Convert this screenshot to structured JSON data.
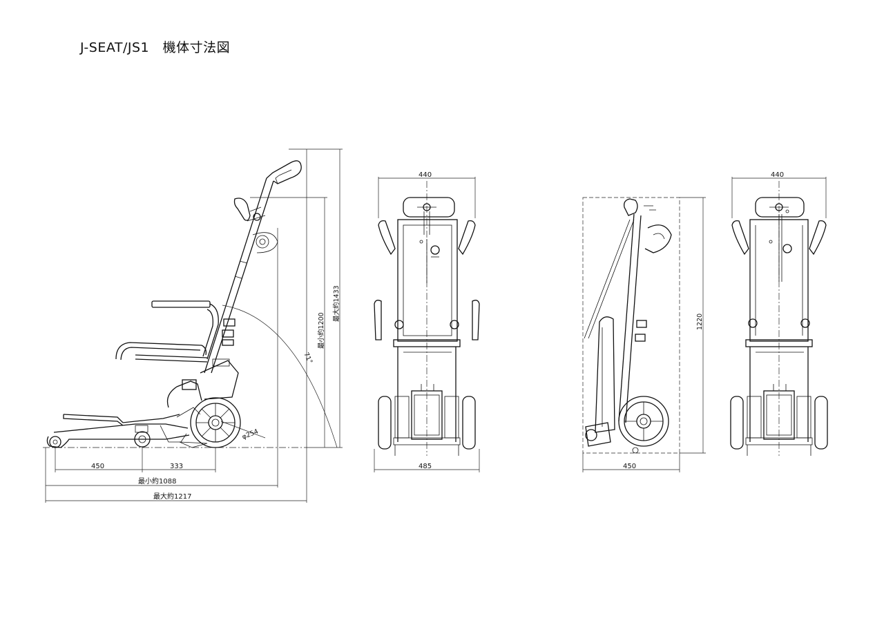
{
  "title": "J-SEAT/JS1　機体寸法図",
  "side_view": {
    "dim_450": "450",
    "dim_333": "333",
    "dim_min_length": "最小約1088",
    "dim_max_length": "最大約1217",
    "dim_min_height": "最小約1200",
    "dim_max_height": "最大約1433",
    "angle": "71°",
    "wheel_diameter": "φ254"
  },
  "front_view": {
    "dim_top_width": "440",
    "dim_bottom_width": "485"
  },
  "folded_view": {
    "dim_height": "1220",
    "dim_bottom_width": "450"
  },
  "rear_view": {
    "dim_top_width": "440"
  }
}
